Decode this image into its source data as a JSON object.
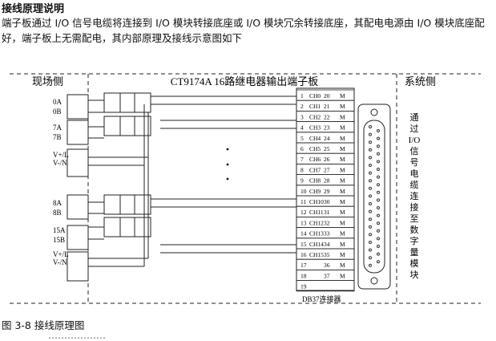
{
  "section_title": "接线原理说明",
  "description": "端子板通过 I/O 信号电缆将连接到 I/O 模块转接底座或 I/O 模块冗余转接底座，其配电电源由 I/O 模块底座配好，端子板上无需配电，其内部原理及接线示意图如下",
  "diagram": {
    "title": "CT9174A 16路继电器输出端子板",
    "field_side": "现场侧",
    "system_side": "系统侧",
    "left_labels_top": [
      "0A",
      "0B",
      "7A",
      "7B",
      "V+/L",
      "V-/N"
    ],
    "left_labels_bottom": [
      "8A",
      "8B",
      "15A",
      "15B",
      "V+/L",
      "V-/N"
    ],
    "channels": [
      "CH0",
      "CH1",
      "CH2",
      "CH3",
      "CH4",
      "CH5",
      "CH6",
      "CH7",
      "CH8",
      "CH9",
      "CH10",
      "CH11",
      "CH12",
      "CH13",
      "CH14",
      "CH15"
    ],
    "left_pins": [
      "1",
      "2",
      "3",
      "4",
      "5",
      "6",
      "7",
      "8",
      "9",
      "10",
      "11",
      "12",
      "13",
      "14",
      "15",
      "16",
      "17",
      "18",
      "19"
    ],
    "right_pins": [
      "20",
      "21",
      "22",
      "23",
      "24",
      "25",
      "26",
      "27",
      "28",
      "29",
      "30",
      "31",
      "32",
      "33",
      "34",
      "35",
      "36",
      "37"
    ],
    "m_label": "M",
    "connector_label": "DB37连接器",
    "vertical_note": [
      "通",
      "过",
      "I/O",
      "信",
      "号",
      "电",
      "缆",
      "连",
      "接",
      "至",
      "数",
      "字",
      "量",
      "模",
      "块"
    ]
  },
  "caption": "图 3-8 接线原理图",
  "cut_off_text": "………………"
}
